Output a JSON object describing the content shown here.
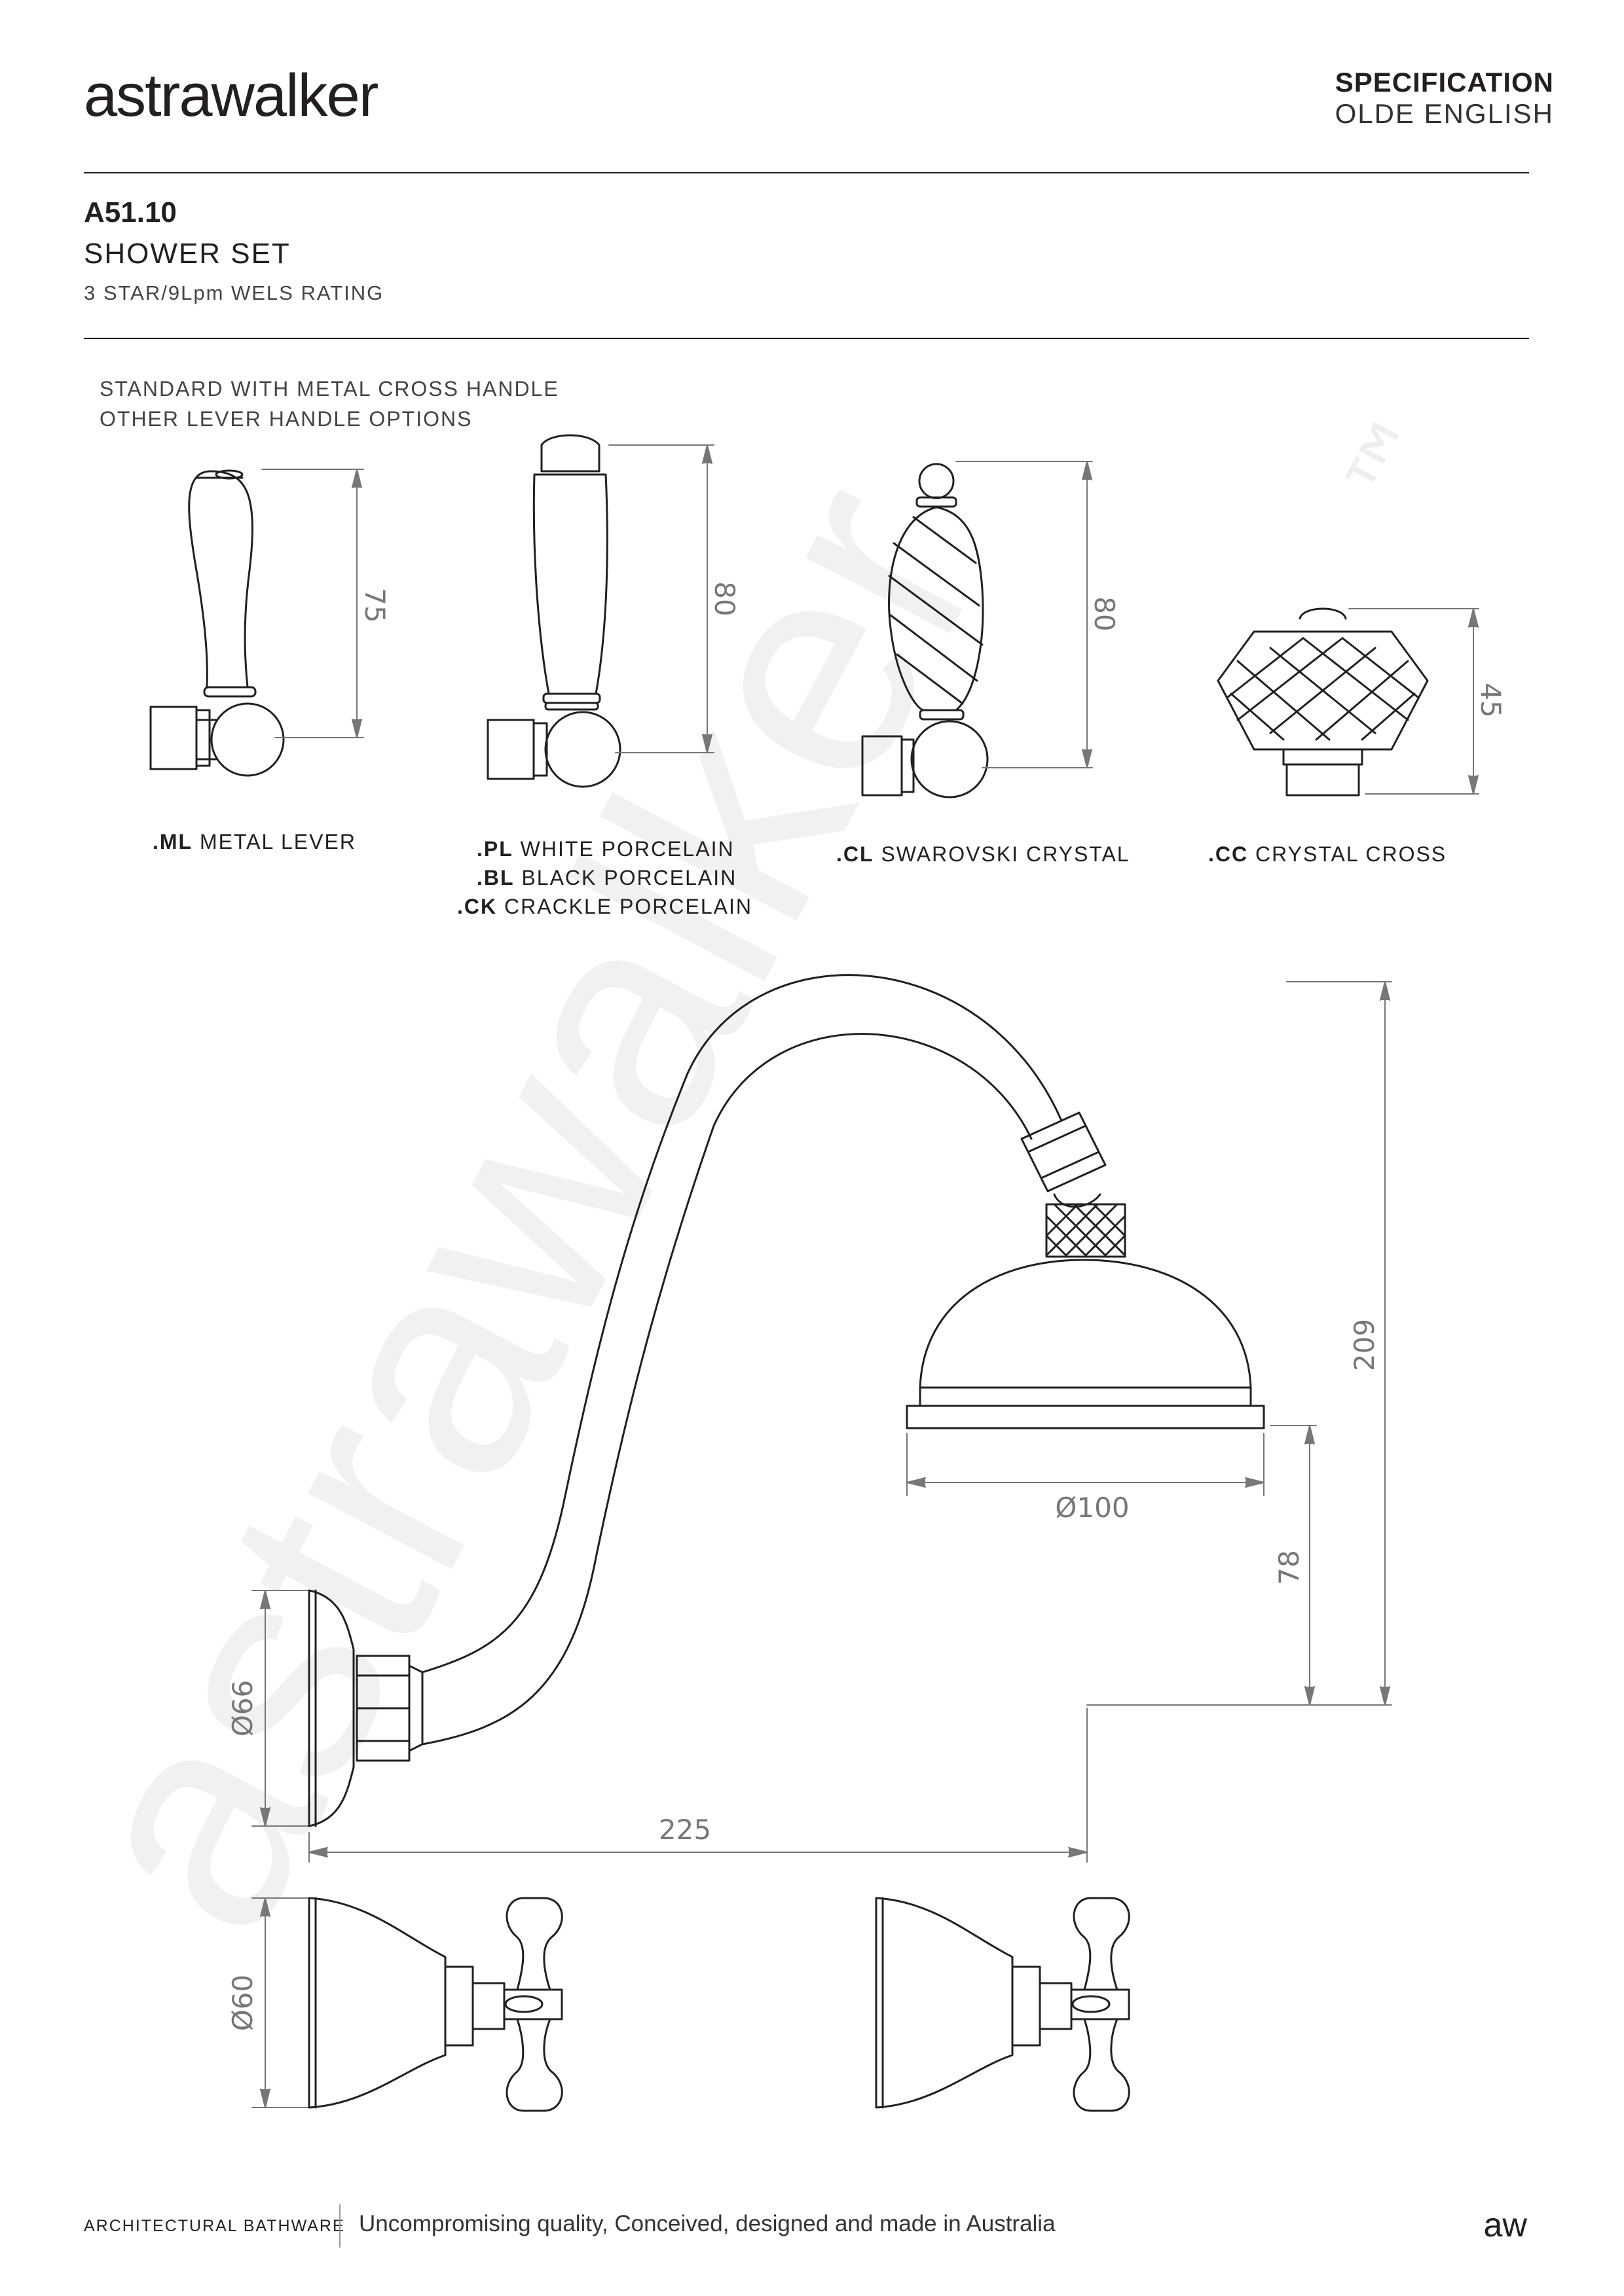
{
  "header": {
    "brand": "astrawalker",
    "spec_title": "SPECIFICATION",
    "spec_subtitle": "OLDE ENGLISH"
  },
  "product": {
    "code": "A51.10",
    "name": "SHOWER SET",
    "rating": "3 STAR/9Lpm WELS RATING"
  },
  "options": {
    "line1": "STANDARD WITH METAL CROSS HANDLE",
    "line2": "OTHER LEVER HANDLE OPTIONS",
    "handles": [
      {
        "rows": [
          {
            "code": ".ML",
            "label": "METAL LEVER"
          }
        ],
        "dimension": "75"
      },
      {
        "rows": [
          {
            "code": ".PL",
            "label": "WHITE PORCELAIN"
          },
          {
            "code": ".BL",
            "label": "BLACK PORCELAIN"
          },
          {
            "code": ".CK",
            "label": "CRACKLE PORCELAIN"
          }
        ],
        "dimension": "80"
      },
      {
        "rows": [
          {
            "code": ".CL",
            "label": "SWAROVSKI CRYSTAL"
          }
        ],
        "dimension": "80"
      },
      {
        "rows": [
          {
            "code": ".CC",
            "label": "CRYSTAL CROSS"
          }
        ],
        "dimension": "45"
      }
    ]
  },
  "dimensions": {
    "arm_height": "209",
    "head_diameter": "Ø100",
    "head_drop": "78",
    "flange_diameter": "Ø66",
    "arm_projection": "225",
    "tap_flange_diameter": "Ø60"
  },
  "watermark": {
    "text": "astrawalker",
    "trademark": "™"
  },
  "footer": {
    "left": "ARCHITECTURAL BATHWARE",
    "tagline": "Uncompromising quality, Conceived, designed and made in Australia",
    "mark": "aw"
  },
  "colors": {
    "ink": "#231f20",
    "dimension": "#777777",
    "watermark": "#f2f2f2"
  }
}
